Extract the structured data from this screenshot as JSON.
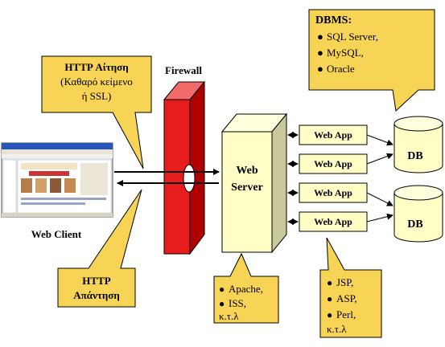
{
  "callouts": {
    "http_request": {
      "line1": "HTTP Αίτηση",
      "line2": "(Καθαρό κείμενο",
      "line3": "ή SSL)"
    },
    "http_response": {
      "line1": "HTTP",
      "line2": "Απάντηση"
    },
    "dbms": {
      "title": "DBMS:",
      "items": [
        "SQL Server,",
        "MySQL,",
        "Oracle"
      ]
    },
    "server_sw": {
      "items": [
        "Apache,",
        "ISS,"
      ],
      "tail": "κ.τ.λ"
    },
    "languages": {
      "items": [
        "JSP,",
        "ASP,",
        "Perl,"
      ],
      "tail": "κ.τ.λ"
    }
  },
  "labels": {
    "firewall": "Firewall",
    "web_client": "Web Client",
    "web_server_line1": "Web",
    "web_server_line2": "Server",
    "web_apps": [
      "Web App",
      "Web App",
      "Web App",
      "Web App"
    ],
    "dbs": [
      "DB",
      "DB"
    ]
  },
  "colors": {
    "callout_fill": "#f7d455",
    "box_fill": "#ffffc6",
    "firewall_red": "#e81c1c",
    "db_fill": "#ffffc6",
    "arrow": "#000000"
  }
}
